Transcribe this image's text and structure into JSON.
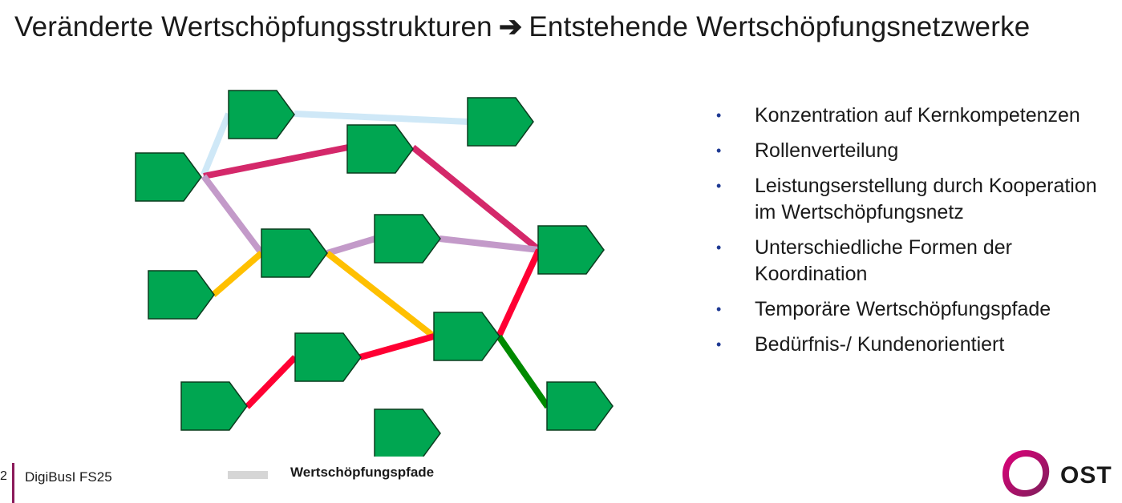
{
  "title": {
    "left": "Veränderte Wertschöpfungsstrukturen",
    "arrow": "➔",
    "right": "Entstehende Wertschöpfungsnetzwerke"
  },
  "bullets": [
    "Konzentration auf Kernkompetenzen",
    "Rollenverteilung",
    "Leistungserstellung durch Kooperation im Wertschöpfungsnetz",
    "Unterschiedliche Formen der Koordination",
    "Temporäre Wertschöpfungspfade",
    "Bedürfnis-/ Kundenorientiert"
  ],
  "footer": {
    "page_number": "2",
    "course": "DigiBusI FS25",
    "legend_label": "Wertschöpfungspfade",
    "logo_text": "OST"
  },
  "colors": {
    "node_fill": "#00a651",
    "node_stroke": "#0b3d1f",
    "light_blue": "#cfe8f7",
    "magenta": "#d4286a",
    "lilac": "#c39ac9",
    "yellow": "#ffc000",
    "red": "#ff0033",
    "green": "#008a00",
    "legend_gray": "#d6d6d6",
    "bullet_blue": "#1f3a93",
    "footer_bar": "#8b1a5a"
  }
}
